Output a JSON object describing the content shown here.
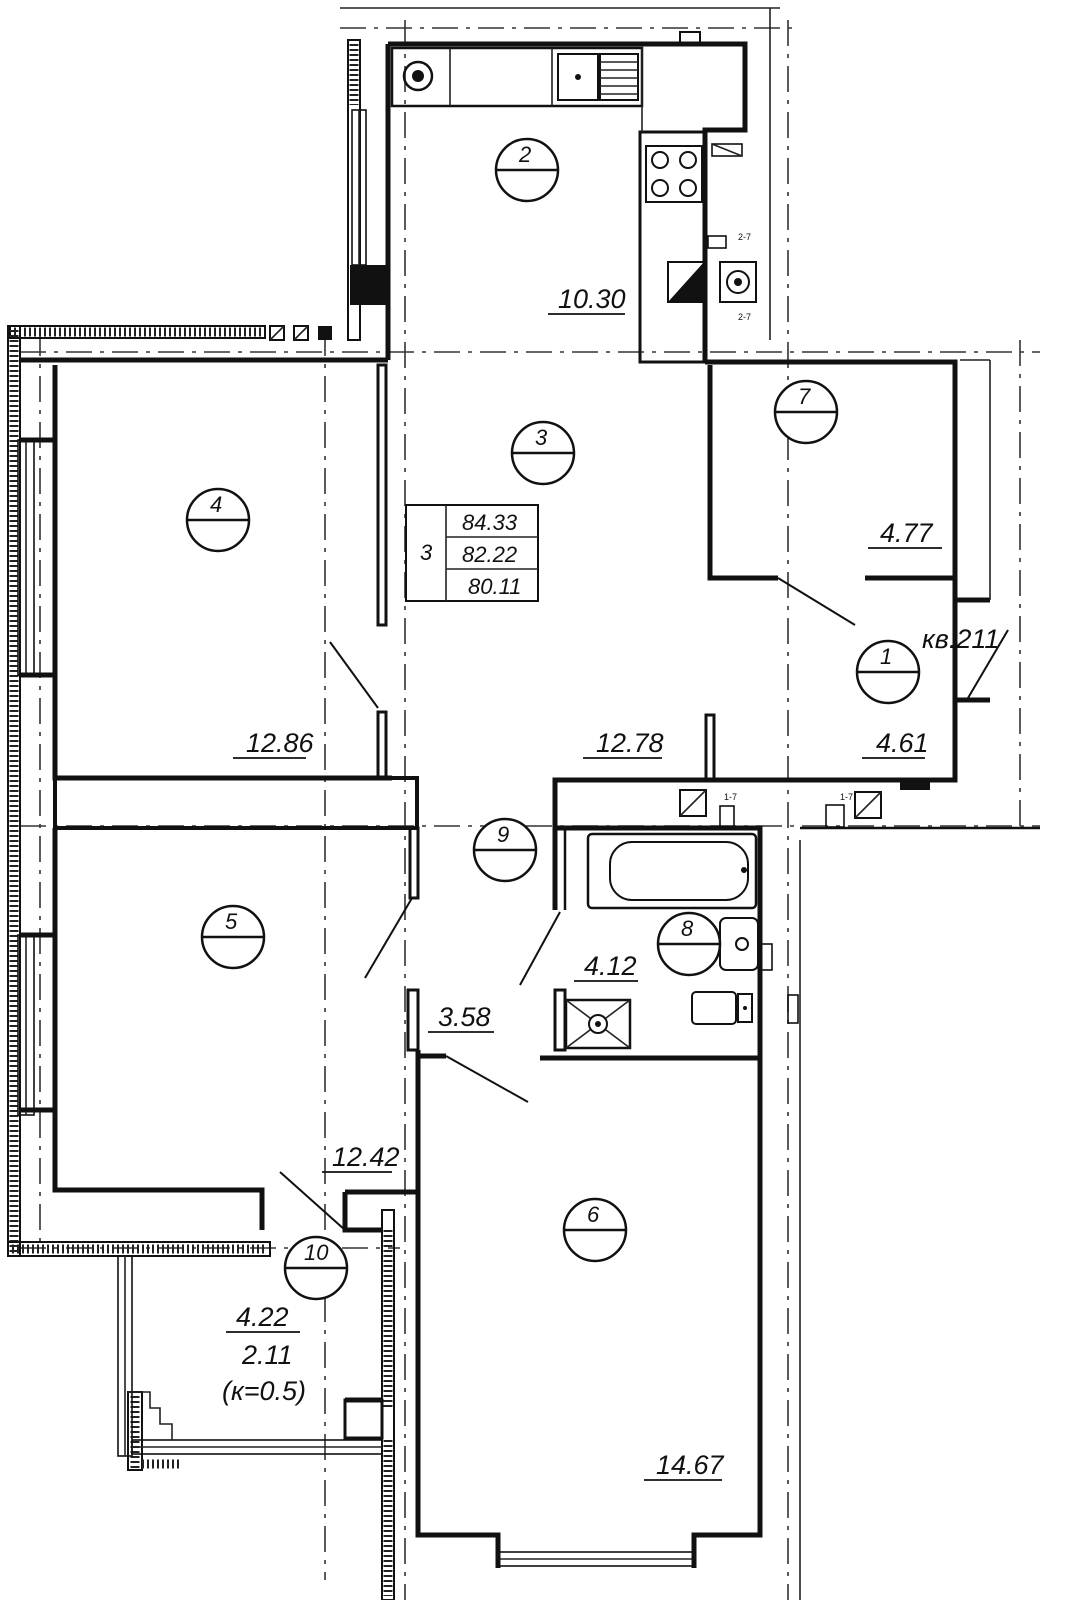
{
  "apartment": {
    "label": "кв.211",
    "rooms_count": "3",
    "area_total": "84.33",
    "area_living_balcony": "82.22",
    "area_net": "80.11"
  },
  "rooms": [
    {
      "id": "1",
      "area": "4.61"
    },
    {
      "id": "2",
      "area": "10.30"
    },
    {
      "id": "3",
      "area": "12.78"
    },
    {
      "id": "4",
      "area": "12.86"
    },
    {
      "id": "5",
      "area": "12.42"
    },
    {
      "id": "6",
      "area": "14.67"
    },
    {
      "id": "7",
      "area": "4.77"
    },
    {
      "id": "8",
      "area": "4.12"
    },
    {
      "id": "9",
      "area": "3.58"
    },
    {
      "id": "10",
      "area": "4.22",
      "area_reduced": "2.11",
      "coefficient": "(к=0.5)"
    }
  ],
  "riser_labels": [
    "2-7",
    "2-7",
    "1-7",
    "1-7"
  ]
}
